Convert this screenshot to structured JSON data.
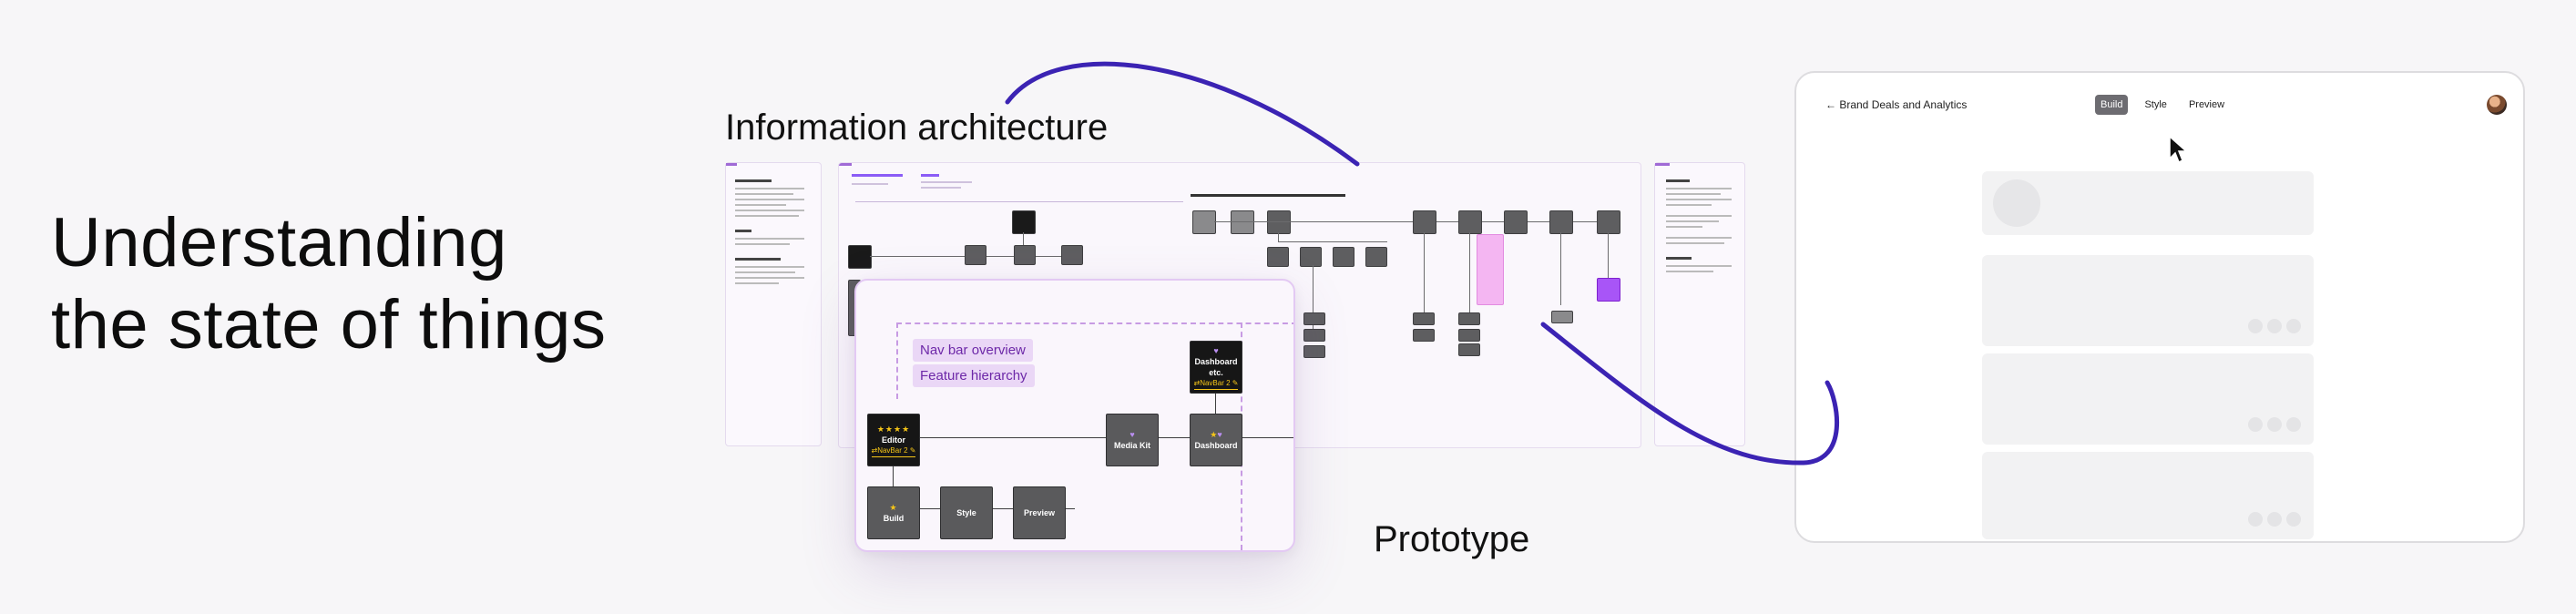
{
  "headline": {
    "line1": "Understanding",
    "line2": "the state of things"
  },
  "labels": {
    "ia": "Information architecture",
    "prototype": "Prototype"
  },
  "zoom": {
    "chip_nav": "Nav bar overview",
    "chip_feature": "Feature hierarchy",
    "editor": {
      "stars": "★★★★",
      "title": "Editor",
      "tag": "⇄NavBar 2 ✎"
    },
    "dashboard_etc": {
      "title": "Dashboard etc.",
      "tag": "⇄NavBar 2 ✎"
    },
    "media_kit": "Media Kit",
    "dashboard": "Dashboard",
    "build": "Build",
    "style": "Style",
    "preview": "Preview"
  },
  "proto": {
    "back_label": "← Brand Deals and Analytics",
    "tabs": [
      "Build",
      "Style",
      "Preview"
    ],
    "active_tab": "Build"
  },
  "colors": {
    "accent_stroke": "#3b23b3",
    "zoom_border": "#e3c9f3",
    "chip_bg": "#ead7f6"
  }
}
